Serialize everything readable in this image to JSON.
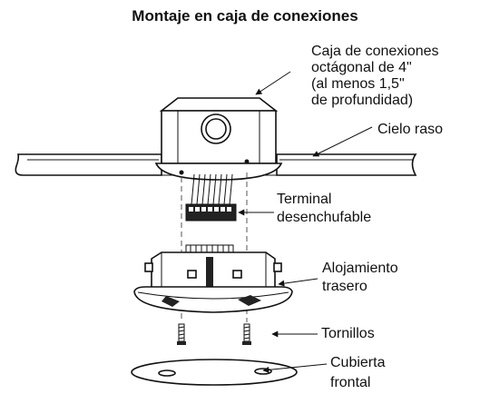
{
  "title": "Montaje en caja de conexiones",
  "callouts": {
    "junction_box": [
      "Caja de conexiones",
      "octágonal de 4\"",
      "(al menos 1,5\"",
      "de profundidad)"
    ],
    "ceiling": [
      "Cielo raso"
    ],
    "terminal": [
      "Terminal",
      "desenchufable"
    ],
    "rear_housing": [
      "Alojamiento",
      "trasero"
    ],
    "screws": [
      "Tornillos"
    ],
    "front_cover": [
      "Cubierta",
      "frontal"
    ]
  },
  "colors": {
    "line": "#111111",
    "fill": "#ffffff",
    "shade": "#d9d9d9",
    "dark": "#222222"
  }
}
